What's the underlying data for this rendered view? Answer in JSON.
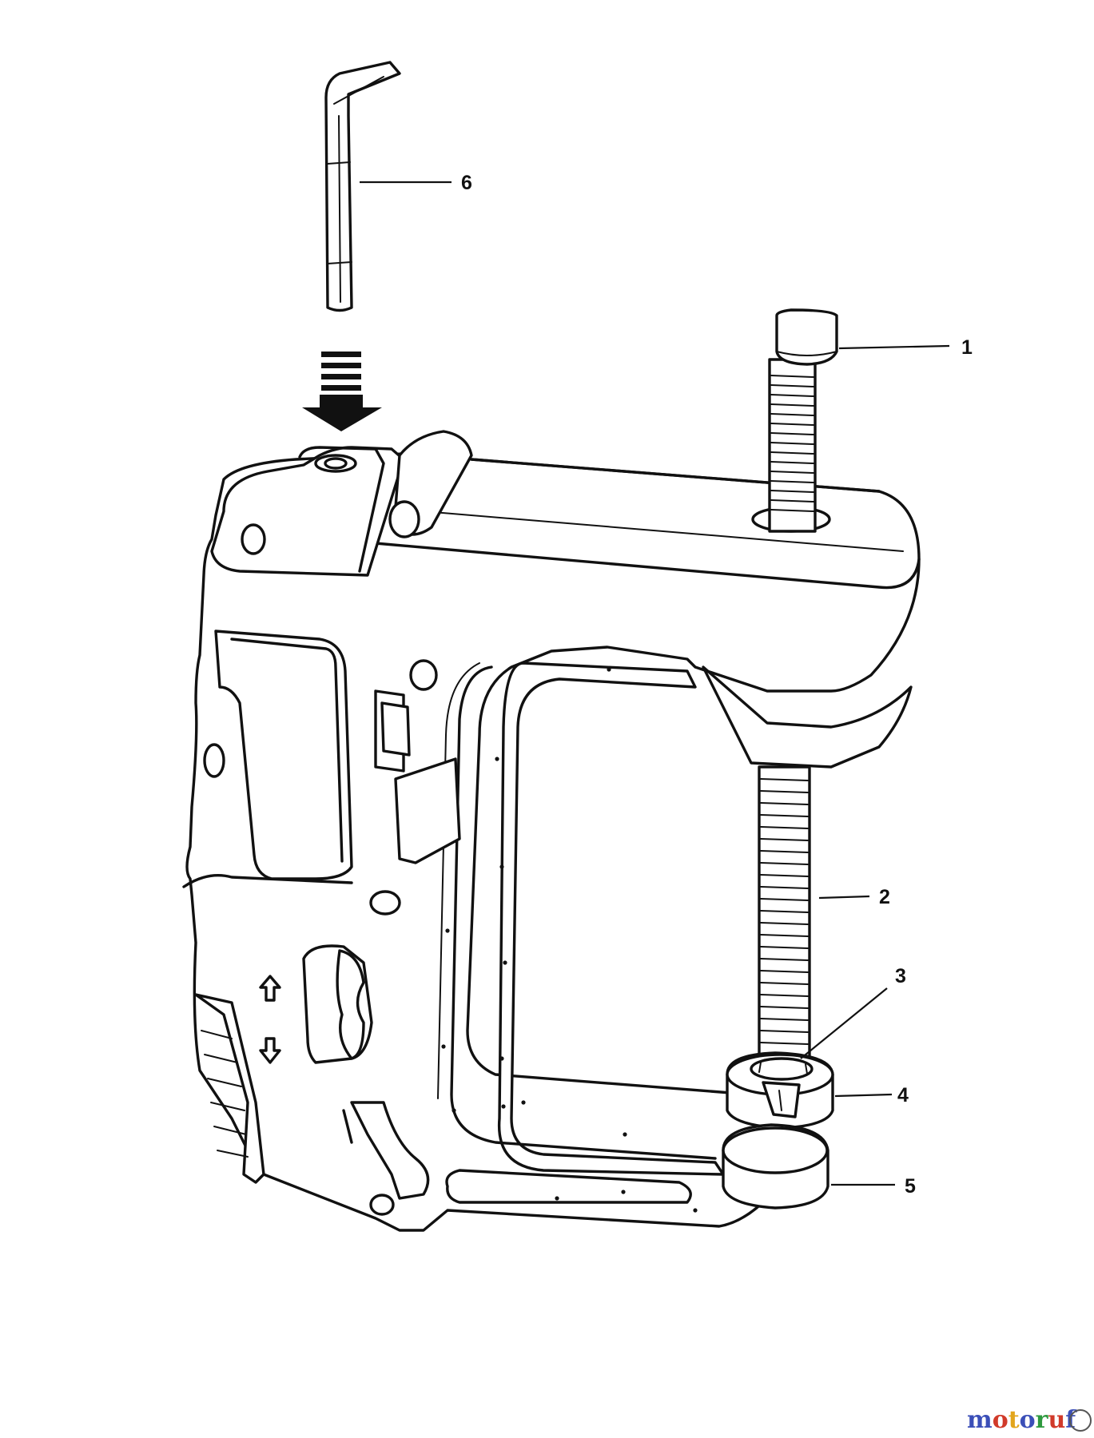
{
  "callouts": [
    {
      "id": "1",
      "label": "1"
    },
    {
      "id": "2",
      "label": "2"
    },
    {
      "id": "3",
      "label": "3"
    },
    {
      "id": "4",
      "label": "4"
    },
    {
      "id": "5",
      "label": "5"
    },
    {
      "id": "6",
      "label": "6"
    }
  ],
  "watermark": {
    "text": "motoruf",
    "letter_colors": [
      "#3b4fb8",
      "#d13a2a",
      "#e2a51c",
      "#3b4fb8",
      "#2e9a3e",
      "#d13a2a",
      "#3b4fb8"
    ]
  },
  "icons": [
    "hex-key-icon",
    "insert-direction-arrow-icon",
    "screw-clamp-icon",
    "direction-up-arrow-icon",
    "direction-down-arrow-icon"
  ]
}
